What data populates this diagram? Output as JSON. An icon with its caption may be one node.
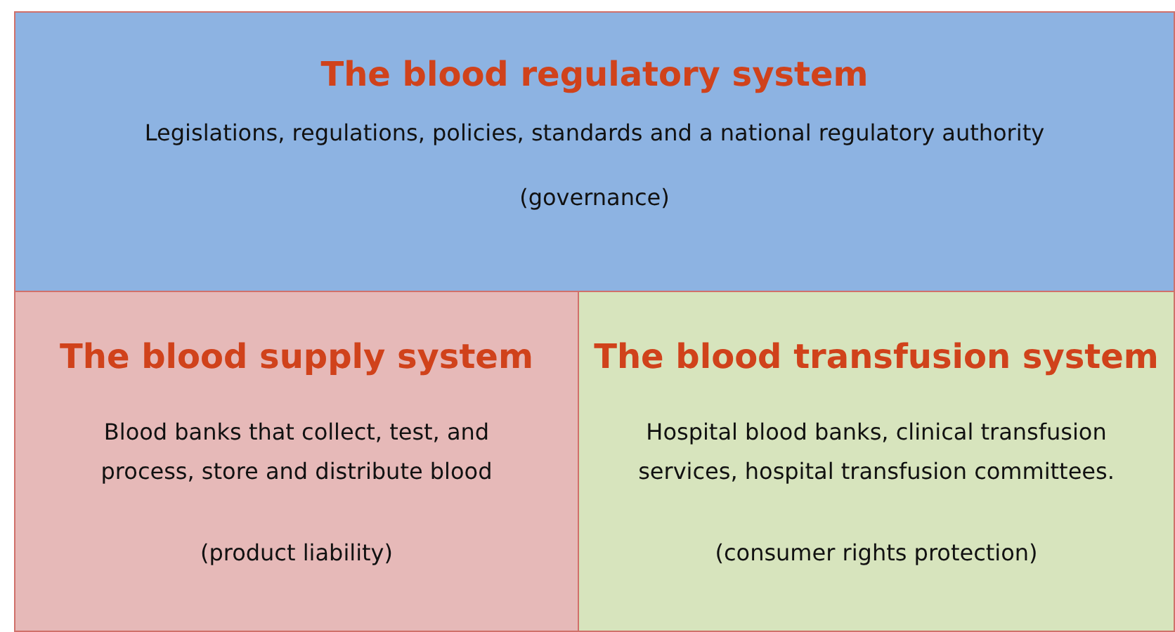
{
  "diagram": {
    "nodes": [
      {
        "text": [
          "The blood regulatory system",
          "Legislations, regulations, policies, standards and a national regulatory authority",
          "(governance)"
        ]
      },
      {
        "text": [
          "The blood supply system",
          "Blood banks that collect, test, and process, store and distribute blood",
          "(product liability)"
        ]
      },
      {
        "text": [
          "The blood transfusion system",
          "Hospital blood banks, clinical transfusion services, hospital transfusion committees.",
          "(consumer rights protection)"
        ]
      }
    ]
  }
}
